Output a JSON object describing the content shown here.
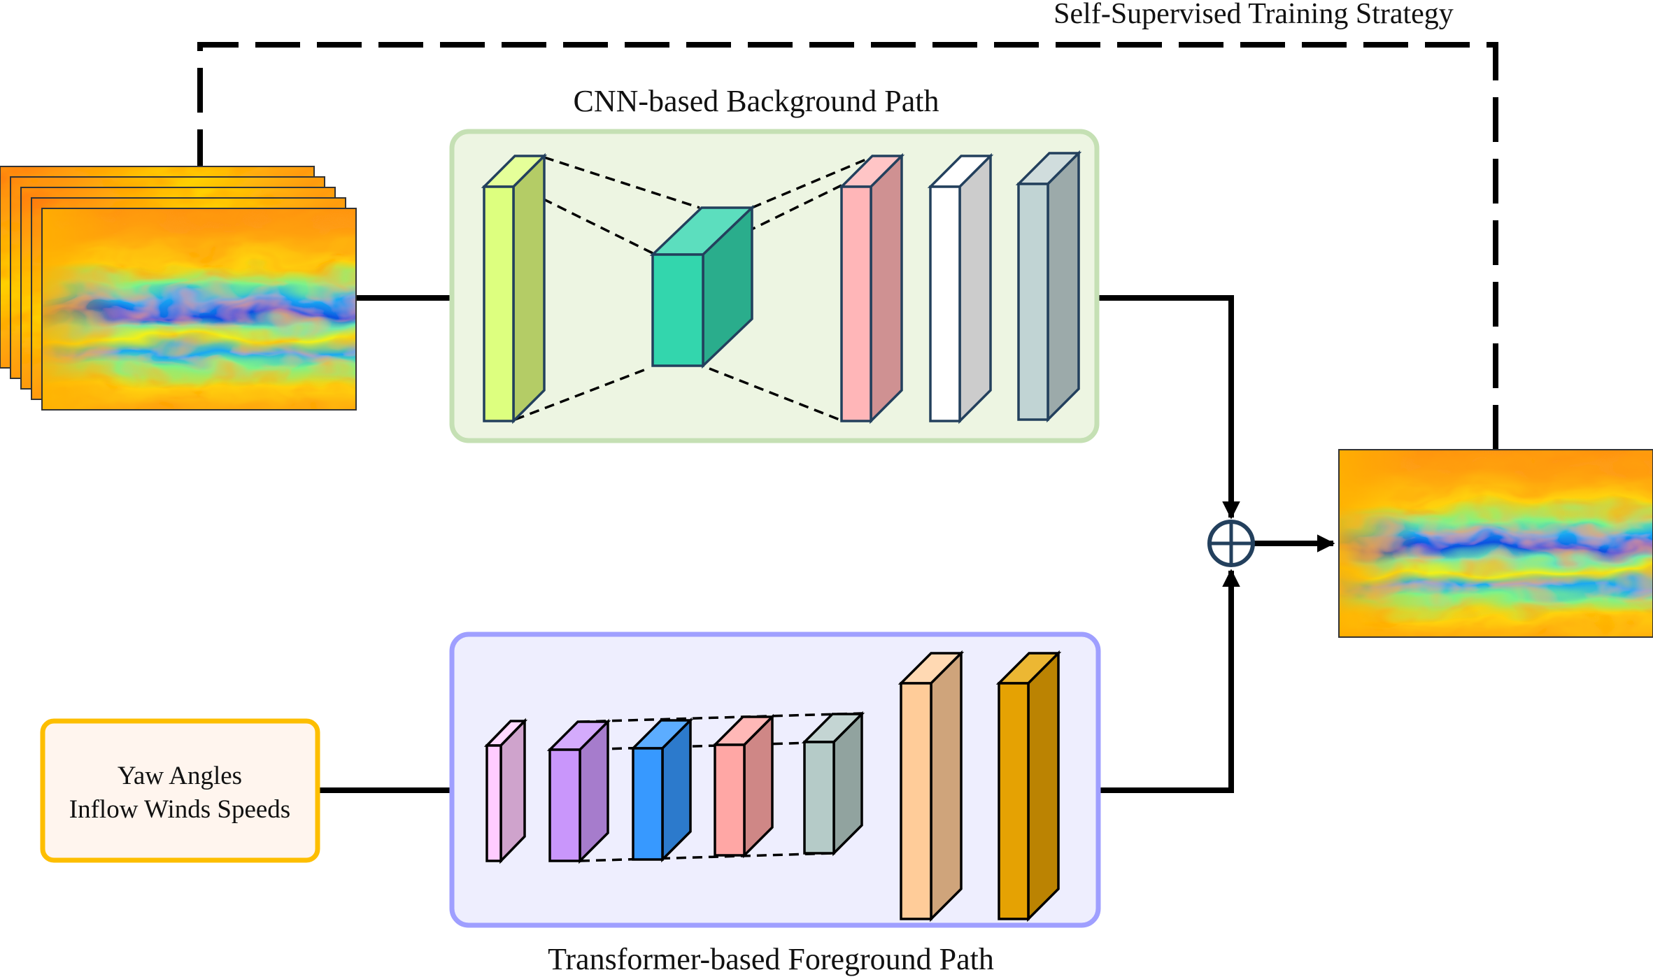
{
  "figure": {
    "type": "architecture-diagram",
    "title_loop": "Self-Supervised Training Strategy",
    "cnn_path": {
      "label": "CNN-based Background Path",
      "box_fill": "#EDF5E2",
      "box_border": "#C5E0B4",
      "blocks": [
        {
          "name": "encoder-block-1",
          "front": "#DDFF7F",
          "side": "#B4CC66",
          "top": "#E5FF99"
        },
        {
          "name": "bottleneck-block",
          "front": "#33D6AD",
          "side": "#2AAD8C",
          "top": "#5CDEBE"
        },
        {
          "name": "decoder-block-1",
          "front": "#FFB6B8",
          "side": "#CF9192",
          "top": "#FFC5C6"
        },
        {
          "name": "decoder-block-2",
          "front": "#FFFFFF",
          "side": "#CCCCCC",
          "top": "#FFFFFF"
        },
        {
          "name": "output-block",
          "front": "#C1D4D4",
          "side": "#9CAAAA",
          "top": "#D0DDDD"
        }
      ]
    },
    "transformer_path": {
      "label": "Transformer-based Foreground Path",
      "box_fill": "#EEEEFE",
      "box_border": "#9F9FFF",
      "blocks": [
        {
          "name": "embedding-block",
          "front": "#FFCCFF",
          "side": "#CFA3CC",
          "top": "#FFD9FF"
        },
        {
          "name": "transformer-block-1",
          "front": "#C996FB",
          "side": "#A67CCC",
          "top": "#D4ABFC"
        },
        {
          "name": "transformer-block-2",
          "front": "#3799FF",
          "side": "#2C7ACC",
          "top": "#5CADFF"
        },
        {
          "name": "transformer-block-3",
          "front": "#FFA7A5",
          "side": "#CF8786",
          "top": "#FFB8B7"
        },
        {
          "name": "transformer-block-4",
          "front": "#B5CBC8",
          "side": "#91A39F",
          "top": "#C4D5D3"
        },
        {
          "name": "projection-block-1",
          "front": "#FFCC99",
          "side": "#CFA47B",
          "top": "#FFD9B3"
        },
        {
          "name": "projection-block-2",
          "front": "#E5A203",
          "side": "#BB8302",
          "top": "#ECB733"
        }
      ]
    },
    "input_params": {
      "lines": [
        "Yaw Angles",
        "Inflow Winds Speeds"
      ],
      "fill": "#FFF5EE",
      "border": "#FDBE00"
    },
    "input_frames": {
      "count": 5,
      "description": "wake flow field snapshots"
    },
    "output_frame": {
      "description": "predicted wake flow field"
    },
    "merge_operator": {
      "symbol": "⊕",
      "color": "#23405D"
    },
    "edges": [
      {
        "from": "input-frames",
        "to": "cnn-path",
        "style": "solid"
      },
      {
        "from": "input-params",
        "to": "transformer-path",
        "style": "solid"
      },
      {
        "from": "cnn-path",
        "to": "merge-operator",
        "style": "solid-arrow"
      },
      {
        "from": "transformer-path",
        "to": "merge-operator",
        "style": "solid-arrow"
      },
      {
        "from": "merge-operator",
        "to": "output-frame",
        "style": "solid-arrow"
      },
      {
        "from": "output-frame",
        "to": "input-frames",
        "style": "dashed-arrow",
        "label": "Self-Supervised Training Strategy"
      }
    ]
  }
}
